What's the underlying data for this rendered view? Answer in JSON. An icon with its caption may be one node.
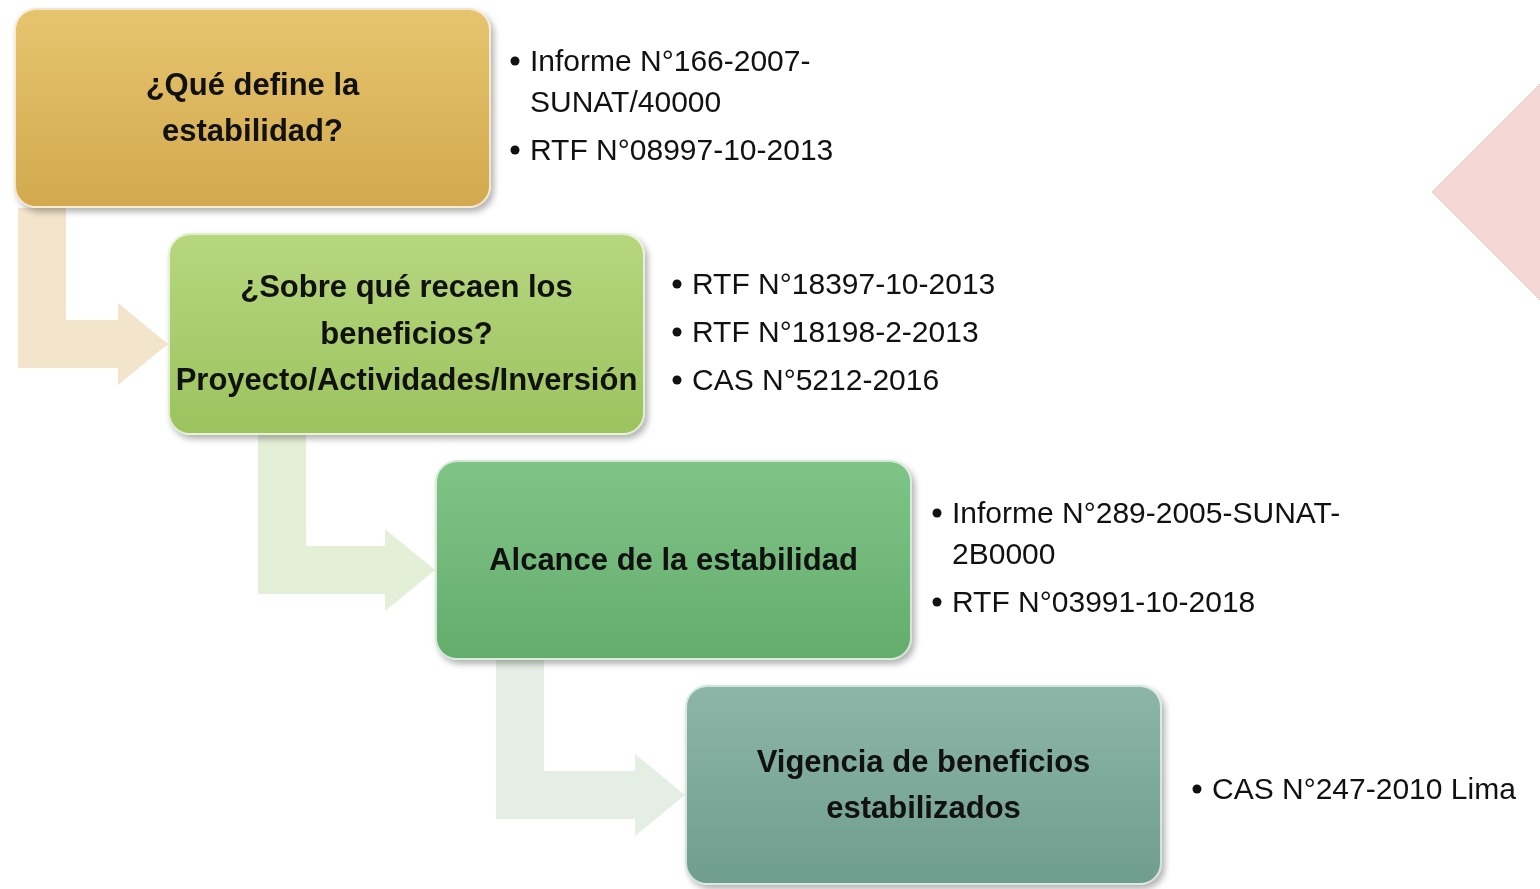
{
  "diagram": {
    "nodes": [
      {
        "text": [
          "¿Qué define la estabilidad?"
        ],
        "beside": [
          "Informe N°166-2007-SUNAT/40000",
          "RTF N°08997-10-2013"
        ]
      },
      {
        "text": [
          "¿Sobre qué recaen los beneficios? Proyecto/Actividades/Inversión"
        ],
        "beside": [
          "RTF N°18397-10-2013",
          "RTF N°18198-2-2013",
          "CAS N°5212-2016"
        ]
      },
      {
        "text": [
          "Alcance de la estabilidad"
        ],
        "beside": [
          "Informe N°289-2005-SUNAT-2B0000",
          "RTF N°03991-10-2018"
        ]
      },
      {
        "text": [
          "Vigencia de beneficios estabilizados"
        ],
        "beside": [
          "CAS N°247-2010 Lima"
        ]
      },
      {
        "text": [],
        "shape": "diamond"
      }
    ],
    "edges": [
      {
        "from": 0,
        "to": 1,
        "arrow": "to",
        "color": "#f3e5cc"
      },
      {
        "from": 1,
        "to": 2,
        "arrow": "to",
        "color": "#e4efd8"
      },
      {
        "from": 2,
        "to": 3,
        "arrow": "to",
        "color": "#e4eee4"
      }
    ]
  }
}
